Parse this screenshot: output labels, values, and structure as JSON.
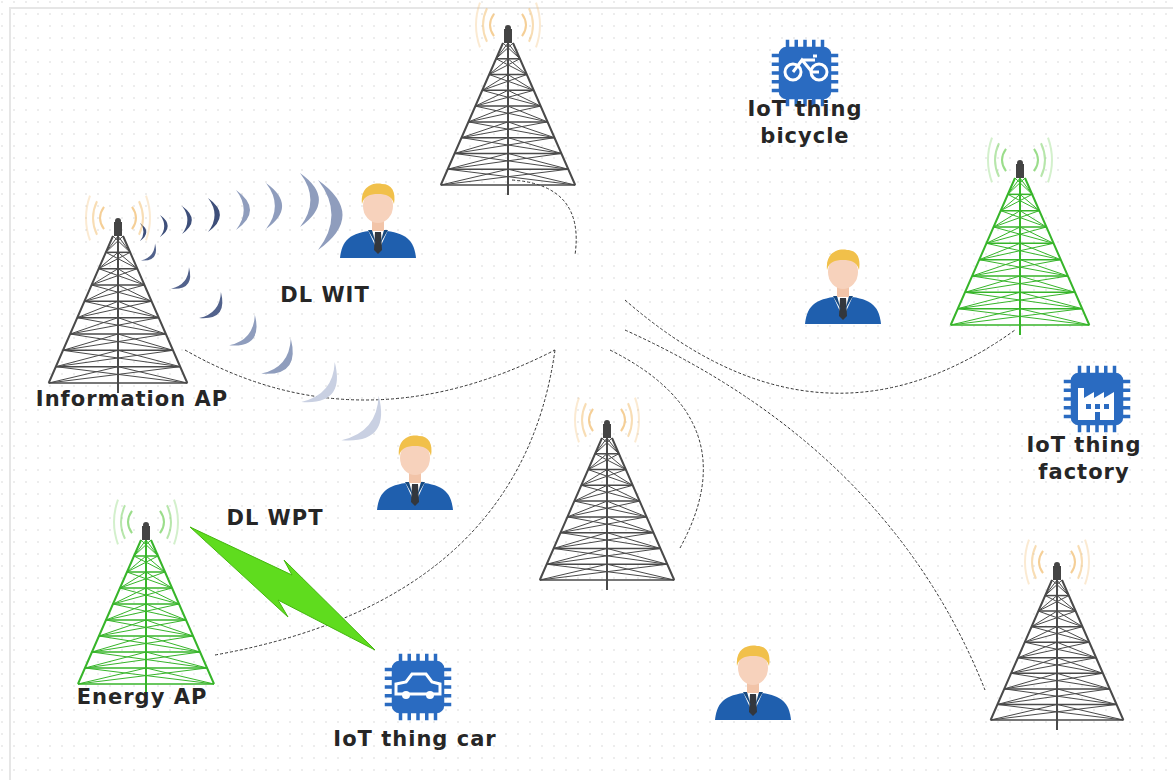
{
  "diagram": {
    "nodes": [
      {
        "text": [
          "IoT thing bicycle"
        ]
      },
      {
        "text": [
          "Information AP"
        ]
      },
      {
        "text": [
          "IoT thing factory"
        ]
      },
      {
        "text": [
          "Energy AP"
        ]
      },
      {
        "text": [
          "IoT thing car"
        ]
      }
    ],
    "labels": [
      "DL WIT",
      "DL WPT"
    ]
  }
}
